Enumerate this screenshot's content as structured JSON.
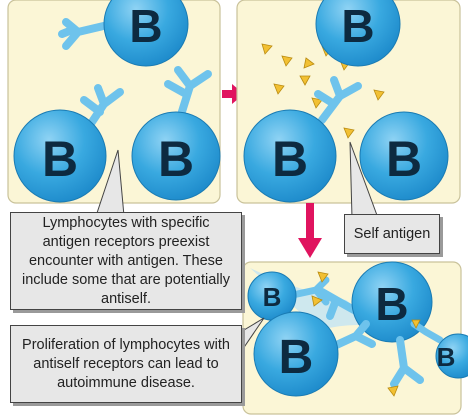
{
  "cell_letter": "B",
  "callouts": {
    "lymphocytes": "Lymphocytes with specific antigen receptors preexist encounter with antigen. These include some that are potentially antiself.",
    "self_antigen": "Self antigen",
    "proliferation": "Proliferation of lymphocytes with antiself receptors can lead to autoimmune disease."
  },
  "colors": {
    "panel_fill": "#fbf6d6",
    "panel_stroke": "#c9c29a",
    "cell_fill": "#39a9e0",
    "cell_stroke": "#1a7bb3",
    "receptor": "#6ec3ec",
    "antigen": "#f2c033",
    "arrow": "#e0145f",
    "callout_fill": "#e7e7e7"
  }
}
